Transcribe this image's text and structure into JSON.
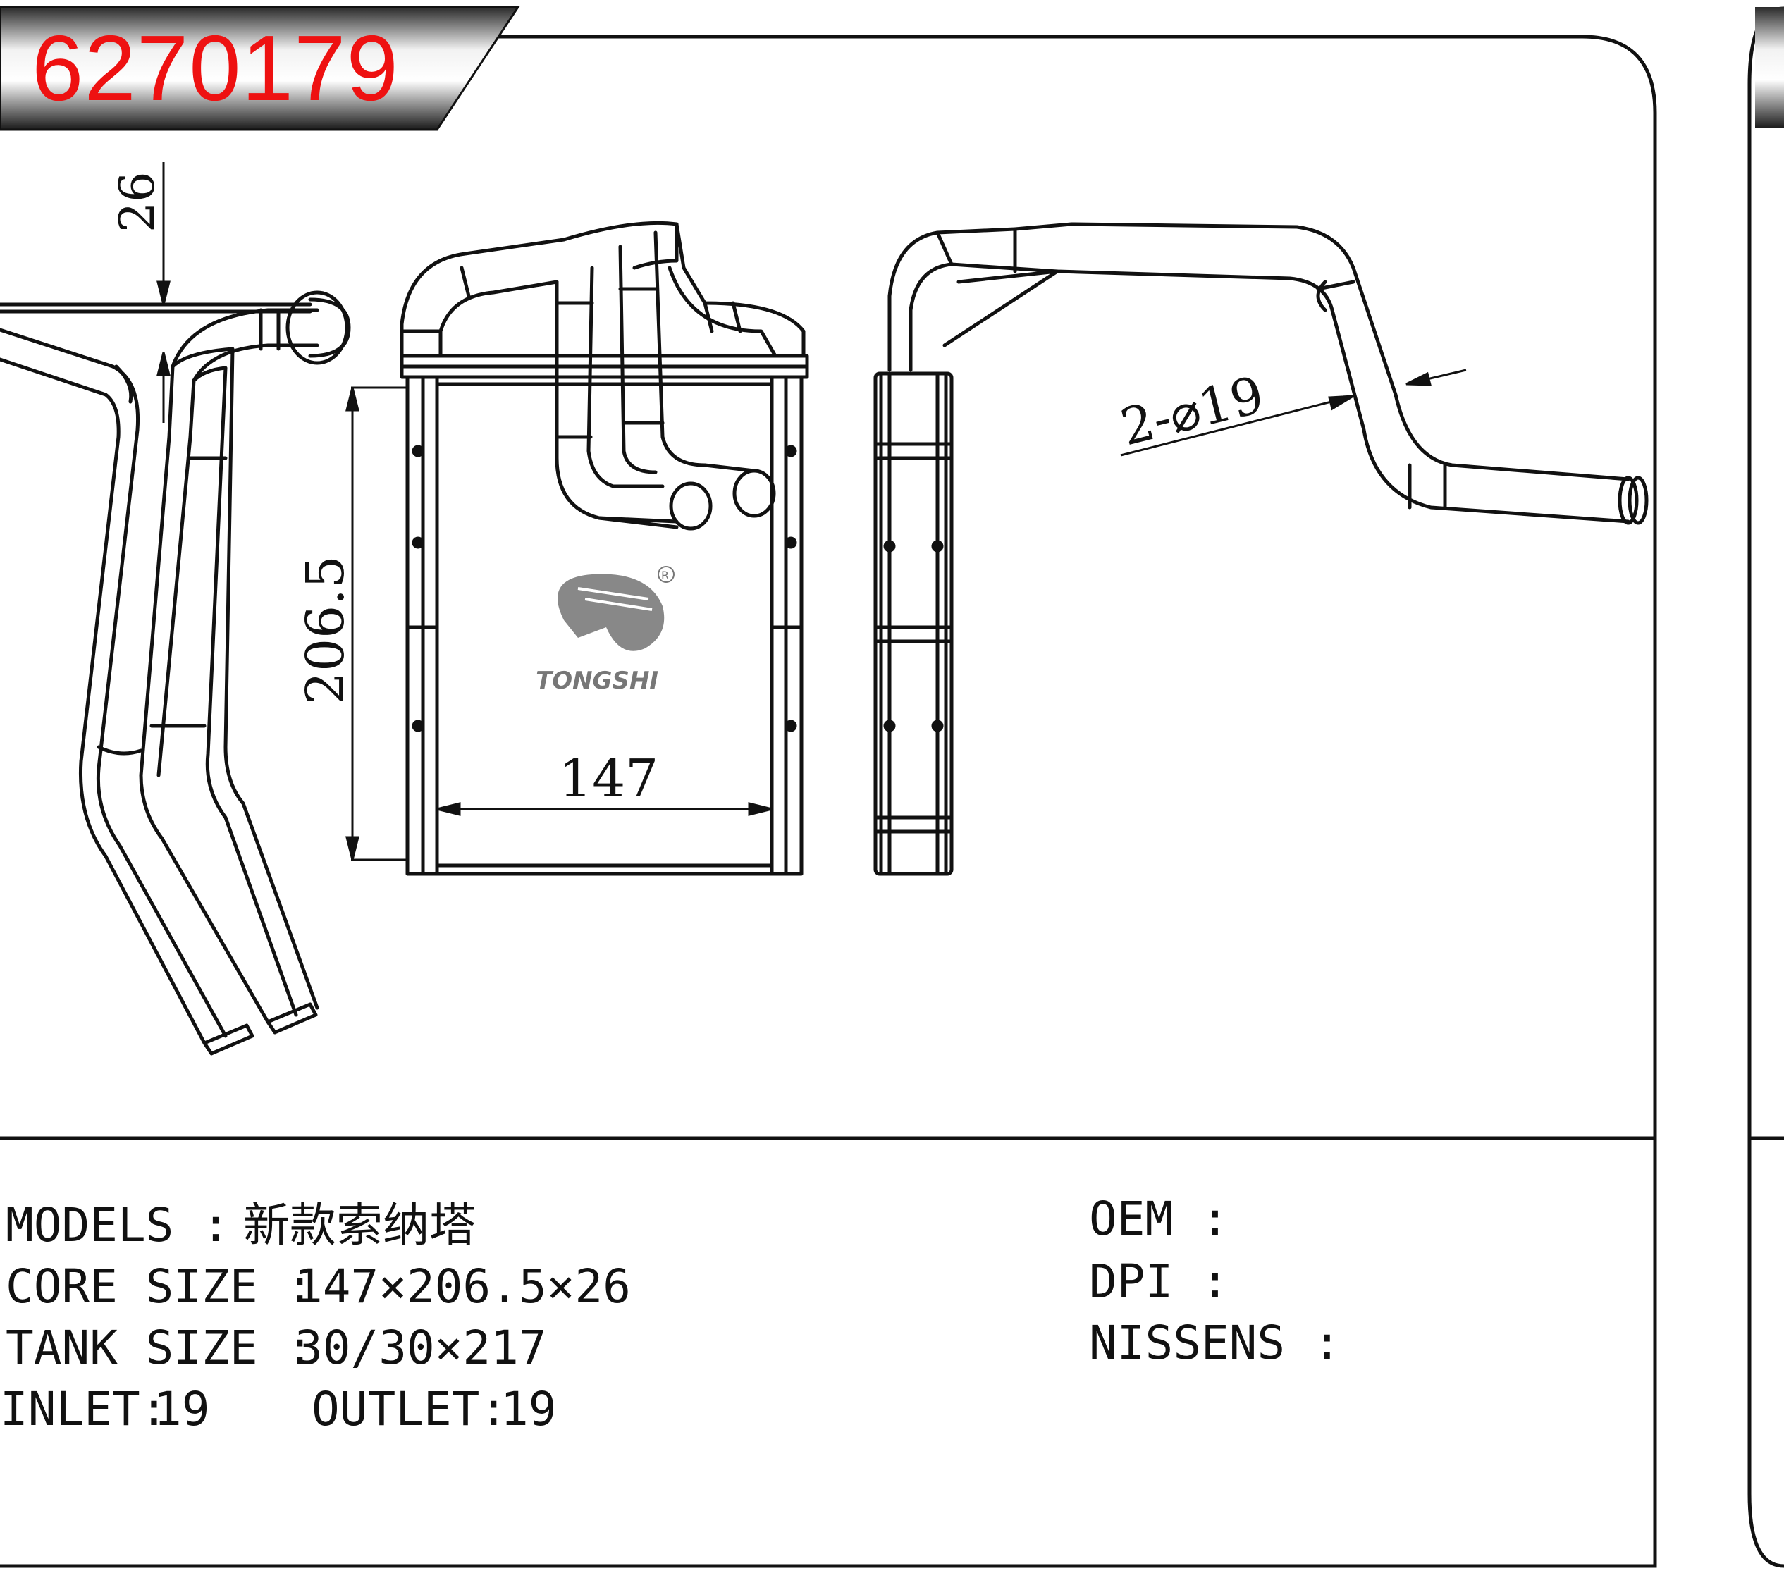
{
  "part_number": "6270179",
  "dimensions": {
    "thickness": "26",
    "height": "206.5",
    "width": "147",
    "pipe": "2-⌀19"
  },
  "logo": {
    "brand": "TONGSHI",
    "registered_mark": "R"
  },
  "specs": {
    "models_label": "MODELS :",
    "models_value": "新款索纳塔",
    "core_size_label": "CORE SIZE :",
    "core_size_value": "147×206.5×26",
    "tank_size_label": "TANK SIZE :",
    "tank_size_value": "30/30×217",
    "inlet_label": "INLET:",
    "inlet_value": "19",
    "outlet_label": "OUTLET:",
    "outlet_value": "19",
    "oem_label": "OEM :",
    "dpi_label": "DPI :",
    "nissens_label": "NISSENS :"
  }
}
